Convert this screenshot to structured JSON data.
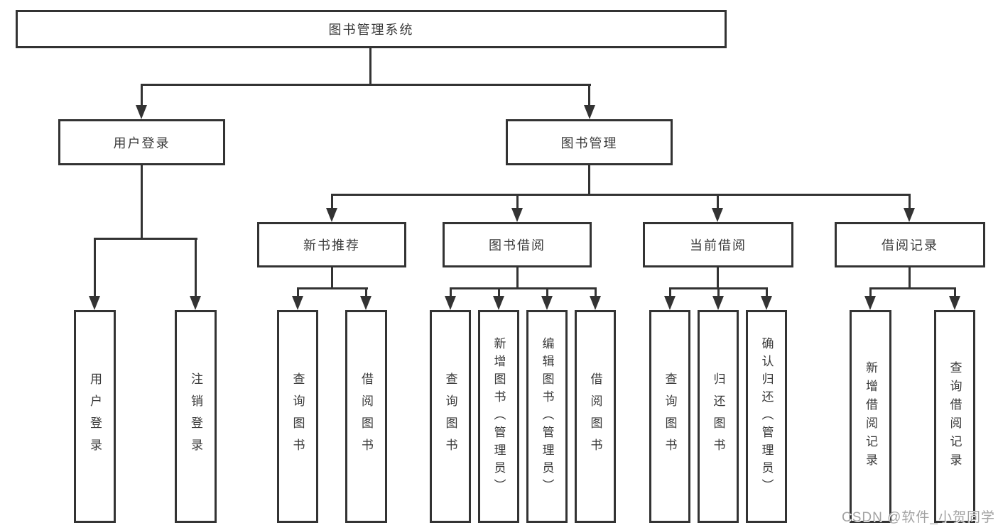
{
  "diagram_title": "图书管理系统",
  "colors": {
    "line": "#333333",
    "text": "#3a3a3a",
    "background": "#ffffff",
    "watermark": "#a3a3a3"
  },
  "watermark": {
    "text": "CSDN @软件_小贺同学"
  },
  "tree": {
    "label": "图书管理系统",
    "children": [
      {
        "label": "用户登录",
        "children": [
          {
            "label": "用户登录"
          },
          {
            "label": "注销登录"
          }
        ]
      },
      {
        "label": "图书管理",
        "children": [
          {
            "label": "新书推荐",
            "children": [
              {
                "label": "查询图书"
              },
              {
                "label": "借阅图书"
              }
            ]
          },
          {
            "label": "图书借阅",
            "children": [
              {
                "label": "查询图书"
              },
              {
                "label": "新增图书（管理员）"
              },
              {
                "label": "编辑图书（管理员）"
              },
              {
                "label": "借阅图书"
              }
            ]
          },
          {
            "label": "当前借阅",
            "children": [
              {
                "label": "查询图书"
              },
              {
                "label": "归还图书"
              },
              {
                "label": "确认归还（管理员）"
              }
            ]
          },
          {
            "label": "借阅记录",
            "children": [
              {
                "label": "新增借阅记录"
              },
              {
                "label": "查询借阅记录"
              }
            ]
          }
        ]
      }
    ]
  }
}
